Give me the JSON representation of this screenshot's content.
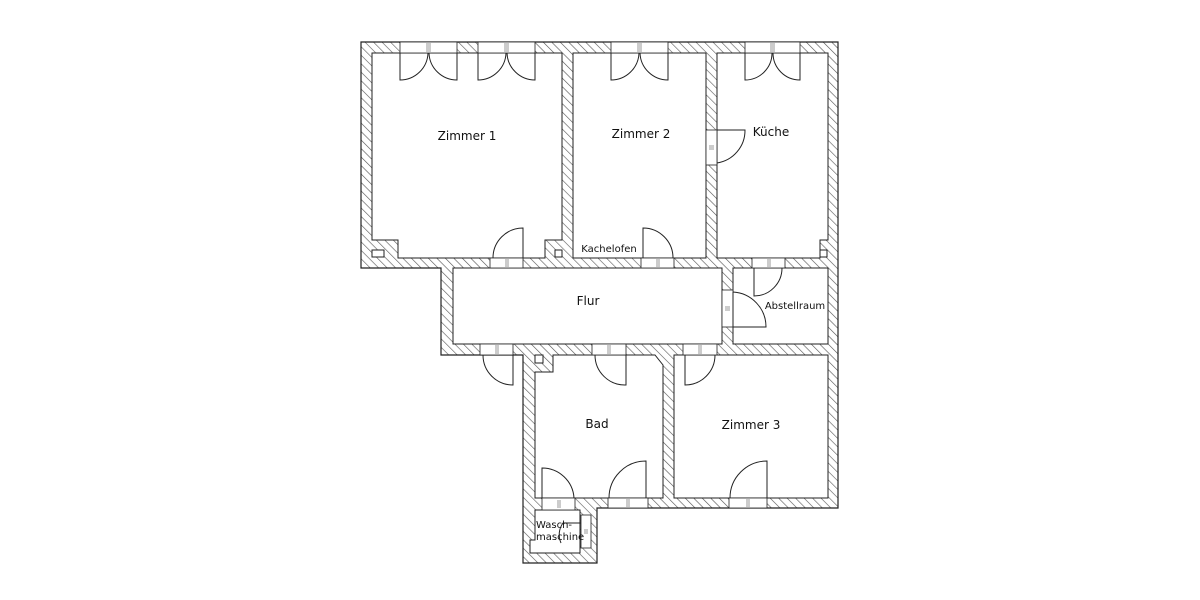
{
  "floorplan": {
    "rooms": {
      "zimmer1": "Zimmer 1",
      "zimmer2": "Zimmer 2",
      "kueche": "Küche",
      "flur": "Flur",
      "abstellraum": "Abstellraum",
      "bad": "Bad",
      "zimmer3": "Zimmer 3",
      "wasch_line1": "Wasch-",
      "wasch_line2": "maschine"
    },
    "fixtures": {
      "kachelofen": "Kachelofen"
    },
    "colors": {
      "wall_hatch": "#555555",
      "line": "#222222"
    }
  }
}
